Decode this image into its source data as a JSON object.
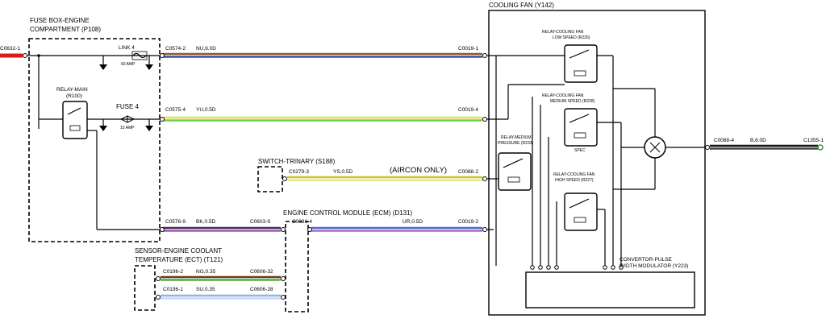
{
  "components": {
    "fuse_box": {
      "title_line1": "FUSE BOX-ENGINE",
      "title_line2": "COMPARTMENT (P108)"
    },
    "relay_main": {
      "line1": "RELAY-MAIN",
      "line2": "(R100)"
    },
    "link4": {
      "label": "LINK 4",
      "rating": "60 AMP"
    },
    "fuse4": {
      "label": "FUSE 4",
      "rating": "15 AMP"
    },
    "switch_trinary": {
      "title": "SWITCH-TRINARY (S188)"
    },
    "aircon_note": "(AIRCON ONLY)",
    "ecm": {
      "title": "ENGINE CONTROL MODULE (ECM) (D131)"
    },
    "ect_sensor": {
      "title_line1": "SENSOR-ENGINE COOLANT",
      "title_line2": "TEMPERATURE (ECT) (T121)"
    },
    "cooling_fan": {
      "title": "COOLING FAN (Y142)"
    },
    "relay_low": {
      "line1": "RELAY-COOLING FAN",
      "line2": "LOW SPEED (R226)"
    },
    "relay_medium": {
      "line1": "RELAY-COOLING FAN",
      "line2": "MEDIUM SPEED (R228)"
    },
    "relay_pressure": {
      "line1": "RELAY-MEDIUM",
      "line2": "PRESSURE (R233)"
    },
    "relay_high": {
      "line1": "RELAY-COOLING FAN",
      "line2": "HIGH SPEED (R227)"
    },
    "pwm": {
      "line1": "CONVERTOR-PULSE",
      "line2": "WIDTH MODULATOR (Y223)"
    },
    "spec_label": "SPEC"
  },
  "connectors": {
    "c0632": "C0632-1",
    "c0574": "C0574-2",
    "c0019_1": "C0019-1",
    "c0575": "C0575-4",
    "c0019_4": "C0019-4",
    "c0279": "C0279-3",
    "c0088_2": "C0088-2",
    "c0576": "C0576-9",
    "c0603": "C0603-9",
    "c0331": "C0331-4",
    "c0019_2": "C0019-2",
    "c0196_2": "C0196-2",
    "c0606_32": "C0606-32",
    "c0196_1": "C0196-1",
    "c0606_28": "C0606-28",
    "c0088_4": "C0088-4",
    "c1355": "C1355-1"
  },
  "wires": {
    "w1": {
      "label": "NU,6.0D",
      "colors": [
        "#8a5a2b",
        "#3a4fa6"
      ]
    },
    "w2": {
      "label": "YU,0.5D",
      "colors": [
        "#d8e54a",
        "#6fcf4a"
      ]
    },
    "w3": {
      "label": "YS,0.5D",
      "colors": [
        "#c7c720",
        "#e8e88a"
      ]
    },
    "w4": {
      "label": "BK,0.5D",
      "colors": [
        "#4a2a5a",
        "#9a5ab8"
      ]
    },
    "w5": {
      "label": "UR,0.5D",
      "colors": [
        "#4a6ad0",
        "#a76ac8"
      ]
    },
    "w6": {
      "label": "NG,0.35",
      "colors": [
        "#6a3a1a",
        "#4fae3a"
      ]
    },
    "w7": {
      "label": "SU,0.35",
      "colors": [
        "#8fb5e8",
        "#c9d8f0"
      ]
    },
    "w8": {
      "label": "B,6.0D",
      "colors": [
        "#111111",
        "#444444"
      ]
    },
    "battery_feed_color": "#e01818"
  }
}
